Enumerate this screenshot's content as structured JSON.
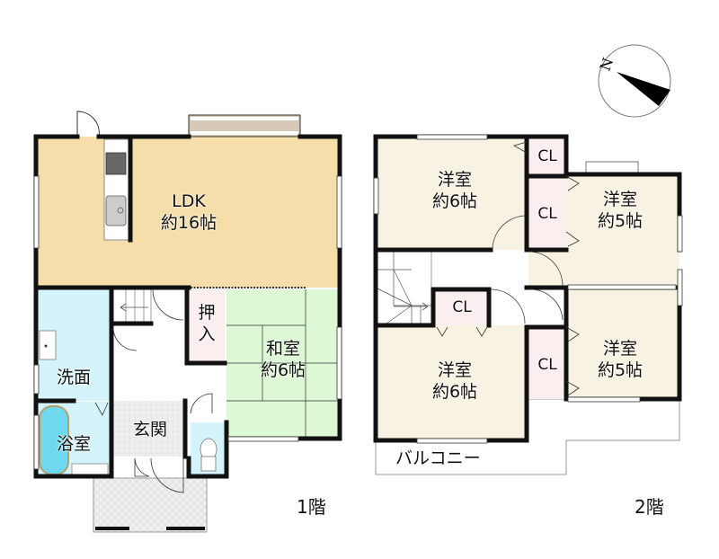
{
  "floor1": {
    "label": "1階",
    "rooms": [
      {
        "name": "LDK",
        "size": "約16帖",
        "color": "#f6deaa"
      },
      {
        "name": "和室",
        "size": "約6帖",
        "color": "#dcf8d4"
      },
      {
        "name": "押入",
        "color": "#fbeeee"
      },
      {
        "name": "洗面",
        "color": "#d5f3fb"
      },
      {
        "name": "浴室",
        "color": "#d5f3fb"
      },
      {
        "name": "玄関",
        "color": "#eeeeee"
      }
    ]
  },
  "floor2": {
    "label": "2階",
    "rooms": [
      {
        "name": "洋室",
        "size": "約6帖",
        "position": "north-west",
        "color": "#f8f2e2"
      },
      {
        "name": "洋室",
        "size": "約5帖",
        "position": "north-east",
        "color": "#f8f2e2"
      },
      {
        "name": "洋室",
        "size": "約6帖",
        "position": "south-west",
        "color": "#f8f2e2"
      },
      {
        "name": "洋室",
        "size": "約5帖",
        "position": "south-east",
        "color": "#f8f2e2"
      }
    ],
    "closets": [
      "CL",
      "CL",
      "CL",
      "CL"
    ],
    "balcony": "バルコニー"
  },
  "compass": {
    "letter": "N"
  }
}
